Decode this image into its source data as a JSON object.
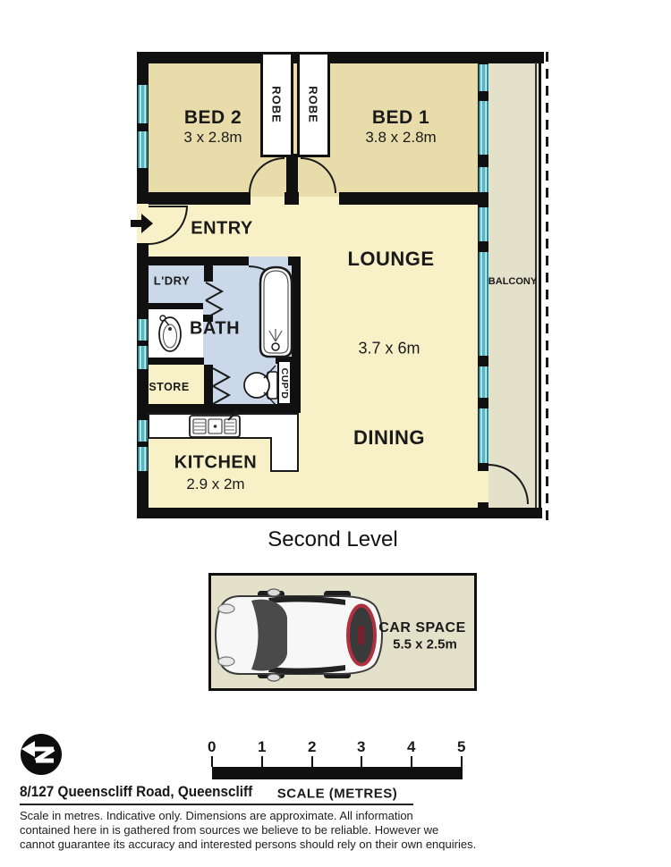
{
  "plan": {
    "title": "Second Level",
    "rooms": {
      "bed2": {
        "label": "BED 2",
        "dims": "3 x 2.8m"
      },
      "bed1": {
        "label": "BED 1",
        "dims": "3.8 x 2.8m"
      },
      "robe_left": {
        "label": "ROBE"
      },
      "robe_right": {
        "label": "ROBE"
      },
      "entry": {
        "label": "ENTRY"
      },
      "lounge": {
        "label": "LOUNGE",
        "dims": "3.7 x 6m"
      },
      "dining": {
        "label": "DINING"
      },
      "laundry": {
        "label": "L'DRY"
      },
      "bath": {
        "label": "BATH"
      },
      "store": {
        "label": "STORE"
      },
      "cupboard": {
        "label": "CUP'D"
      },
      "kitchen": {
        "label": "KITCHEN",
        "dims": "2.9 x 2m"
      },
      "balcony": {
        "label": "BALCONY"
      }
    }
  },
  "car_space": {
    "label": "CAR SPACE",
    "dims": "5.5 x 2.5m"
  },
  "scale_bar": {
    "ticks": [
      "0",
      "1",
      "2",
      "3",
      "4",
      "5"
    ],
    "label": "SCALE (METRES)"
  },
  "footer": {
    "address": "8/127 Queenscliff Road, Queenscliff",
    "disclaimer_lines": [
      "Scale in metres. Indicative only. Dimensions are approximate. All information",
      "contained here in is gathered from sources we believe to be reliable. However we",
      "cannot guarantee its accuracy and interested persons should rely on their own enquiries."
    ]
  },
  "colors": {
    "wall": "#101010",
    "bedroom_floor": "#e9dcab",
    "living_floor": "#f8f1c7",
    "wet_area_floor": "#cbd8e9",
    "balcony_floor": "#e3e1c9",
    "window_teal": "#52b9c6",
    "tail_light_red": "#b03040"
  }
}
